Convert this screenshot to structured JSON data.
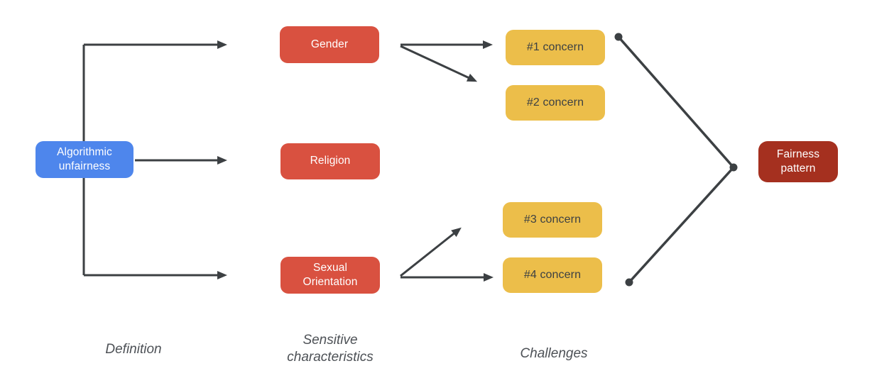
{
  "diagram": {
    "title_hint": "Algorithmic unfairness flow diagram",
    "nodes": {
      "definition": "Algorithmic unfairness",
      "gender": "Gender",
      "religion": "Religion",
      "sexual_orientation": "Sexual Orientation",
      "concern1": "#1 concern",
      "concern2": "#2 concern",
      "concern3": "#3 concern",
      "concern4": "#4 concern",
      "fairness": "Fairness pattern"
    },
    "columns": {
      "definition_label": "Definition",
      "sensitive_label": "Sensitive characteristics",
      "challenges_label": "Challenges"
    },
    "colors": {
      "definition_blue": "#4e86ec",
      "characteristic_red": "#d95140",
      "concern_yellow": "#ecbe4a",
      "fairness_dark_red": "#a5301f",
      "connector_gray": "#3c4043",
      "label_gray": "#4d5156",
      "background": "#ffffff"
    }
  }
}
